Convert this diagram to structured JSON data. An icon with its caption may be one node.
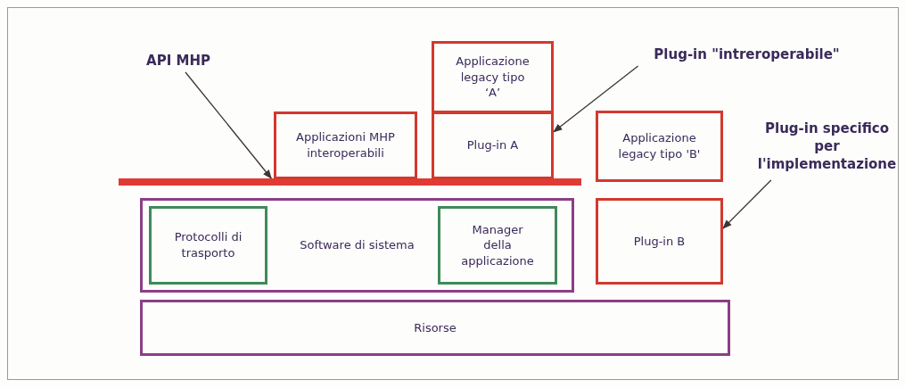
{
  "diagram": {
    "nodes": [
      {
        "text": [
          "API MHP"
        ]
      },
      {
        "text": [],
        "shape": "bar"
      },
      {
        "text": [
          "Applicazioni MHP interoperabili"
        ]
      },
      {
        "text": [
          "Applicazione legacy tipo ‘A’"
        ]
      },
      {
        "text": [
          "Plug-in A"
        ]
      },
      {
        "text": [
          "Plug-in \"intreroperabile\""
        ]
      },
      {
        "text": [
          "Applicazione legacy tipo 'B'"
        ]
      },
      {
        "text": [
          "Plug-in specifico per l'implementazione"
        ]
      },
      {
        "text": [
          "Software di sistema"
        ]
      },
      {
        "text": [
          "Protocolli di trasporto"
        ],
        "in": 8
      },
      {
        "text": [
          "Manager della applicazione"
        ],
        "in": 8
      },
      {
        "text": [
          "Plug-in B"
        ]
      },
      {
        "text": [
          "Risorse"
        ]
      }
    ],
    "edges": [
      {
        "from": 0,
        "to": 1,
        "arrow": "to"
      },
      {
        "from": 5,
        "to": 4,
        "arrow": "to"
      },
      {
        "from": 7,
        "to": 11,
        "arrow": "to"
      }
    ]
  }
}
